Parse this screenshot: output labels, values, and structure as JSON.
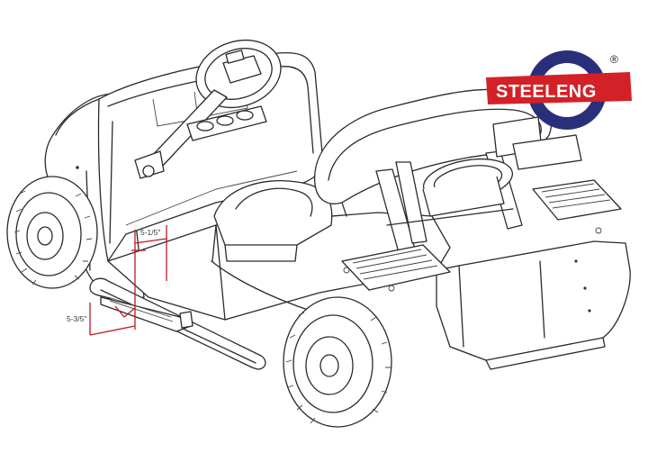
{
  "logo": {
    "text": "STEELENG",
    "registered_mark": "®",
    "colors": {
      "ring": "#2a2f7a",
      "banner": "#d42027",
      "text": "#ffffff"
    }
  },
  "dimensions": {
    "step_height_label": "5-1/5\"",
    "step_depth_label": "5-3/5\"",
    "color": "#c0181e"
  }
}
